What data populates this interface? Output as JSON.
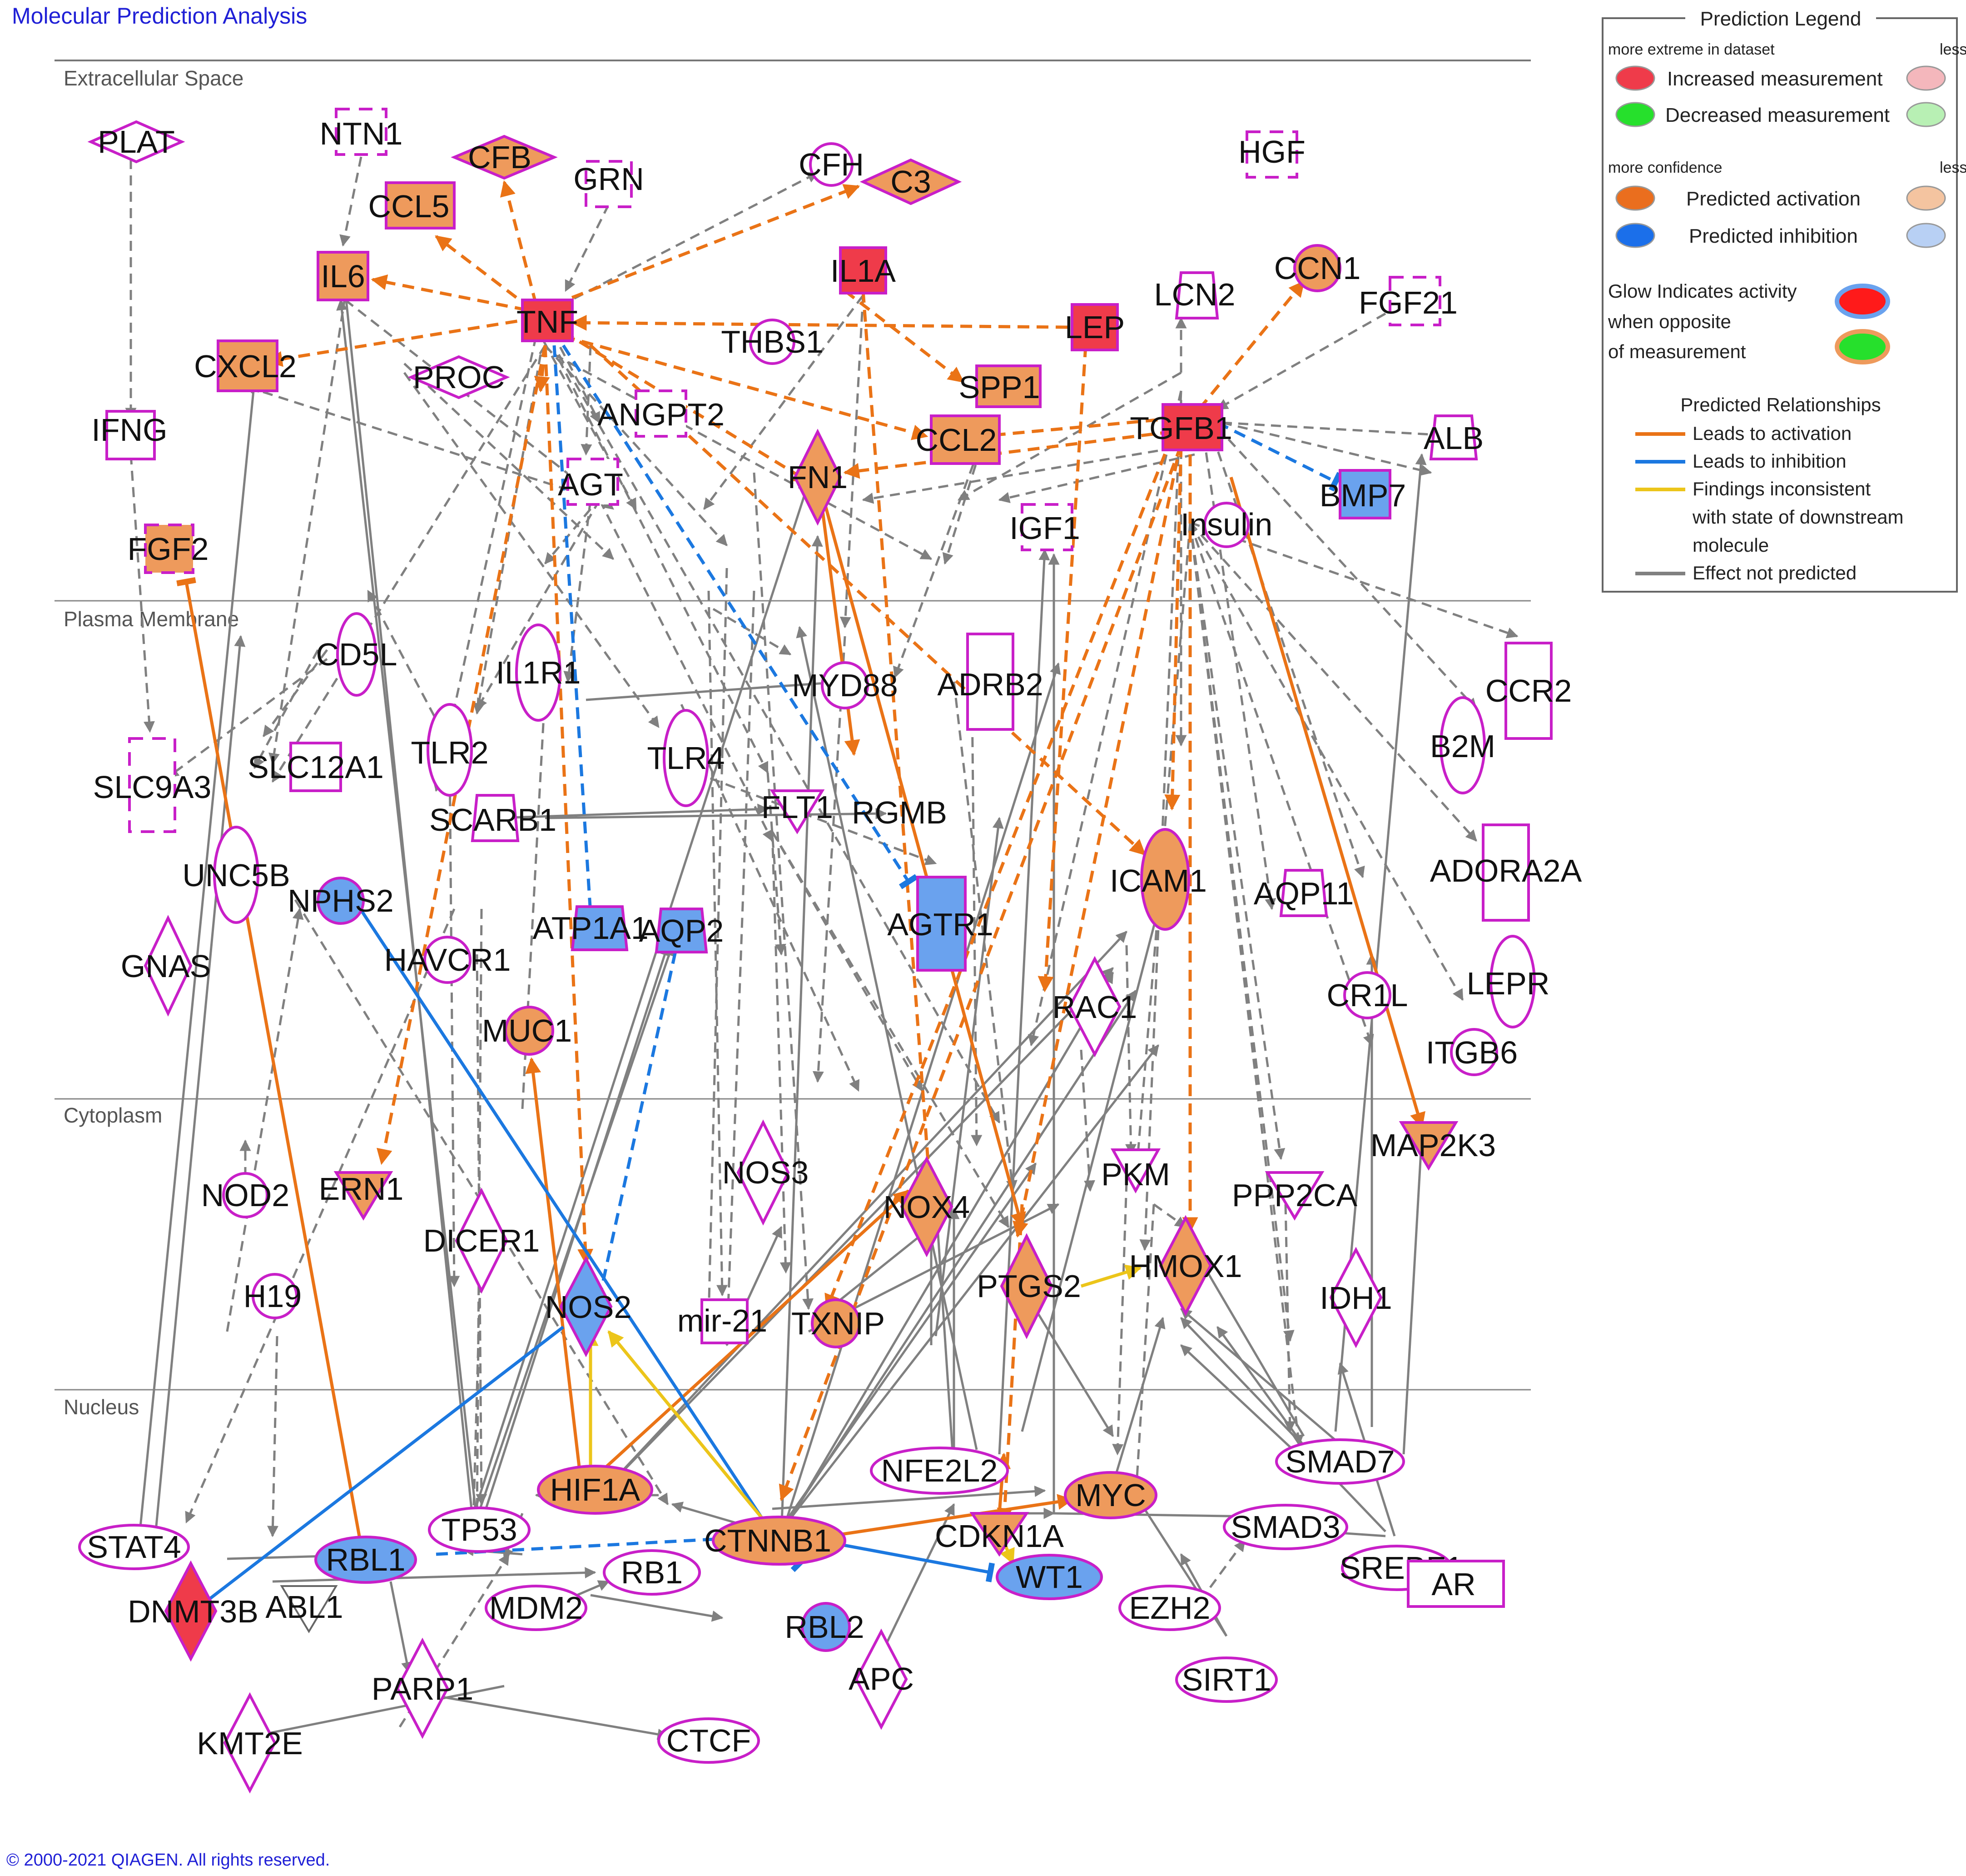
{
  "app_title": "Molecular Prediction Analysis",
  "copyright": "© 2000-2021 QIAGEN. All rights reserved.",
  "colors": {
    "node_stroke": "#c81fc8",
    "increased": "#ef3b4a",
    "predicted_activation": "#ee9a5c",
    "predicted_inhibition": "#6aa2ee",
    "white": "#ffffff",
    "edge_activation": "#ea7316",
    "edge_inhibition": "#1b78e0",
    "edge_inconsistent": "#ecc51a",
    "edge_not_predicted": "#808080"
  },
  "layers": {
    "extracellular": "Extracellular Space",
    "plasma_membrane": "Plasma Membrane",
    "cytoplasm": "Cytoplasm",
    "nucleus": "Nucleus"
  },
  "legend": {
    "title": "Prediction Legend",
    "extreme_label": "more extreme in dataset",
    "less_label": "less",
    "increased": "Increased measurement",
    "decreased": "Decreased measurement",
    "confidence_label": "more confidence",
    "less_label_2": "less",
    "activation": "Predicted activation",
    "inhibition": "Predicted inhibition",
    "glow_line1": "Glow Indicates activity",
    "glow_line2": "when opposite",
    "glow_line3": "of measurement",
    "relationships_title": "Predicted Relationships",
    "rel_activation": "Leads to activation",
    "rel_inhibition": "Leads to inhibition",
    "rel_inconsistent_1": "Findings inconsistent",
    "rel_inconsistent_2": "with state of downstream",
    "rel_inconsistent_3": "molecule",
    "rel_not_predicted": "Effect not predicted"
  },
  "nodes": {
    "PLAT": "PLAT",
    "NTN1": "NTN1",
    "CFB": "CFB",
    "GRN": "GRN",
    "CFH": "CFH",
    "C3": "C3",
    "CCL5": "CCL5",
    "IL6": "IL6",
    "TNF": "TNF",
    "IL1A": "IL1A",
    "HGF": "HGF",
    "CCN1": "CCN1",
    "LCN2": "LCN2",
    "FGF21": "FGF21",
    "LEP": "LEP",
    "THBS1": "THBS1",
    "SPP1": "SPP1",
    "CXCL2": "CXCL2",
    "PROC": "PROC",
    "ANGPT2": "ANGPT2",
    "CCL2": "CCL2",
    "TGFB1": "TGFB1",
    "ALB": "ALB",
    "IFNG": "IFNG",
    "AGT": "AGT",
    "FN1": "FN1",
    "BMP7": "BMP7",
    "IGF1": "IGF1",
    "Insulin": "Insulin",
    "FGF2": "FGF2",
    "CD5L": "CD5L",
    "IL1R1": "IL1R1",
    "MYD88": "MYD88",
    "ADRB2": "ADRB2",
    "CCR2": "CCR2",
    "B2M": "B2M",
    "SLC9A3": "SLC9A3",
    "SLC12A1": "SLC12A1",
    "TLR2": "TLR2",
    "TLR4": "TLR4",
    "SCARB1": "SCARB1",
    "FLT1": "FLT1",
    "RGMB": "RGMB",
    "UNC5B": "UNC5B",
    "NPHS2": "NPHS2",
    "ICAM1": "ICAM1",
    "AQP11": "AQP11",
    "ADORA2A": "ADORA2A",
    "ATP1A1": "ATP1A1",
    "AQP2": "AQP2",
    "AGTR1": "AGTR1",
    "GNAS": "GNAS",
    "HAVCR1": "HAVCR1",
    "RAC1": "RAC1",
    "CR1L": "CR1L",
    "LEPR": "LEPR",
    "MUC1": "MUC1",
    "ITGB6": "ITGB6",
    "MAP2K3": "MAP2K3",
    "NOD2": "NOD2",
    "ERN1": "ERN1",
    "NOS3": "NOS3",
    "PKM": "PKM",
    "PPP2CA": "PPP2CA",
    "NOX4": "NOX4",
    "DICER1": "DICER1",
    "HMOX1": "HMOX1",
    "H19": "H19",
    "IDH1": "IDH1",
    "PTGS2": "PTGS2",
    "NOS2": "NOS2",
    "mir21": "mir-21",
    "TXNIP": "TXNIP",
    "NFE2L2": "NFE2L2",
    "SMAD7": "SMAD7",
    "HIF1A": "HIF1A",
    "MYC": "MYC",
    "STAT4": "STAT4",
    "TP53": "TP53",
    "CTNNB1": "CTNNB1",
    "CDKN1A": "CDKN1A",
    "SMAD3": "SMAD3",
    "RBL1": "RBL1",
    "RB1": "RB1",
    "WT1": "WT1",
    "SREBF1": "SREBF1",
    "AR": "AR",
    "DNMT3B": "DNMT3B",
    "ABL1": "ABL1",
    "MDM2": "MDM2",
    "RBL2": "RBL2",
    "EZH2": "EZH2",
    "APC": "APC",
    "PARP1": "PARP1",
    "SIRT1": "SIRT1",
    "KMT2E": "KMT2E",
    "CTCF": "CTCF"
  }
}
